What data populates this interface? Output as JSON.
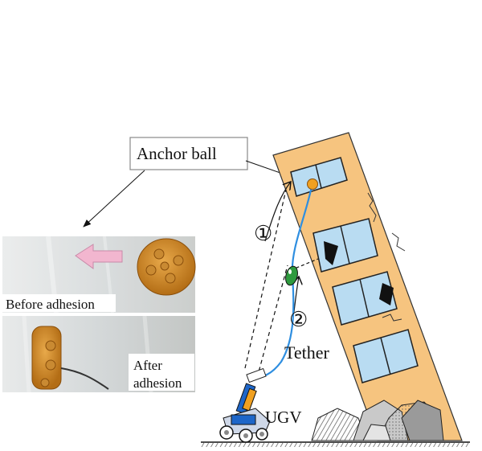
{
  "labels": {
    "anchor_ball": "Anchor ball",
    "before_adhesion": "Before adhesion",
    "after_adhesion_line1": "After",
    "after_adhesion_line2": "adhesion",
    "tether": "Tether",
    "ugv": "UGV",
    "step1": "①",
    "step2": "②"
  },
  "colors": {
    "building": "#f6c47f",
    "window_glass": "#b9dcf2",
    "tether": "#2e8ee0",
    "anchor_ball": "#f0a020",
    "robot": "#2e9a3e",
    "ugv_body": "#1e66c8",
    "arrow_pink": "#f2b6cf",
    "rubble": "#9a9a9a"
  }
}
